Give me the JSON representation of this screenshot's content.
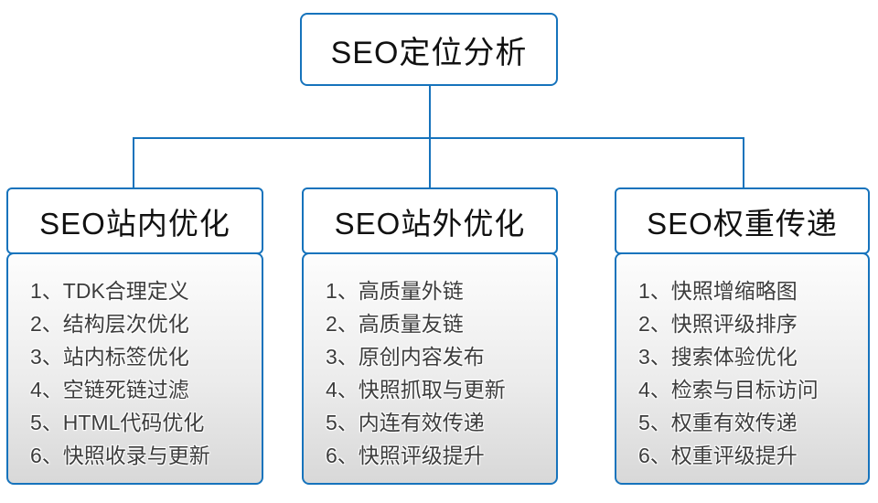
{
  "diagram": {
    "root": {
      "label": "SEO定位分析"
    },
    "columns": [
      {
        "header": "SEO站内优化",
        "items": [
          "1、TDK合理定义",
          "2、结构层次优化",
          "3、站内标签优化",
          "4、空链死链过滤",
          "5、HTML代码优化",
          "6、快照收录与更新"
        ]
      },
      {
        "header": "SEO站外优化",
        "items": [
          "1、高质量外链",
          "2、高质量友链",
          "3、原创内容发布",
          "4、快照抓取与更新",
          "5、内连有效传递",
          "6、快照评级提升"
        ]
      },
      {
        "header": "SEO权重传递",
        "items": [
          "1、快照增缩略图",
          "2、快照评级排序",
          "3、搜索体验优化",
          "4、检索与目标访问",
          "5、权重有效传递",
          "6、权重评级提升"
        ]
      }
    ],
    "colors": {
      "accent_blue": "#1673bc",
      "panel_gradient_top": "#fdfdfd",
      "panel_gradient_bottom": "#d8d8d8",
      "text": "#3c3c3c"
    }
  }
}
